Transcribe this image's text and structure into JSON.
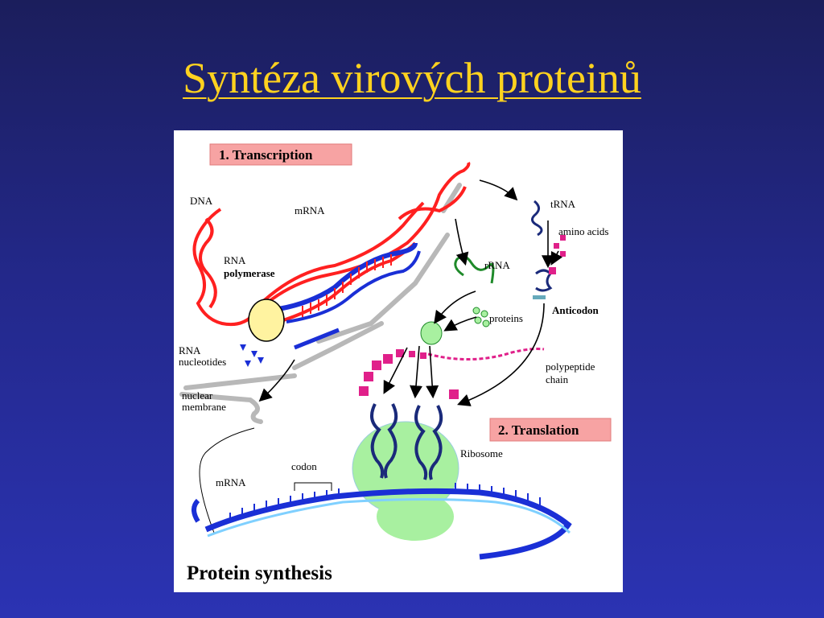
{
  "slide": {
    "title": "Syntéza virových proteinů"
  },
  "figure": {
    "step1": "1. Transcription",
    "step2": "2. Translation",
    "caption": "Protein synthesis",
    "labels": {
      "dna": "DNA",
      "mrna_top": "mRNA",
      "rna_polymerase_1": "RNA",
      "rna_polymerase_2": "polymerase",
      "rna_nucleotides_1": "RNA",
      "rna_nucleotides_2": "nucleotides",
      "nuclear_membrane_1": "nuclear",
      "nuclear_membrane_2": "membrane",
      "trna": "tRNA",
      "amino_acids": "amino acids",
      "rrna": "rRNA",
      "proteins": "proteins",
      "anticodon": "Anticodon",
      "polypeptide_1": "polypeptide",
      "polypeptide_2": "chain",
      "ribosome": "Ribosome",
      "codon": "codon",
      "mrna_bottom": "mRNA"
    },
    "colors": {
      "dna": "#ff2020",
      "mrna": "#1a2fd6",
      "rrna": "#1f8a2a",
      "trna": "#1a2a7a",
      "ribosome": "#a8f0a0",
      "polypeptide": "#e0208a",
      "polymerase": "#fff3a0",
      "label_box": "#f7a3a3"
    }
  }
}
